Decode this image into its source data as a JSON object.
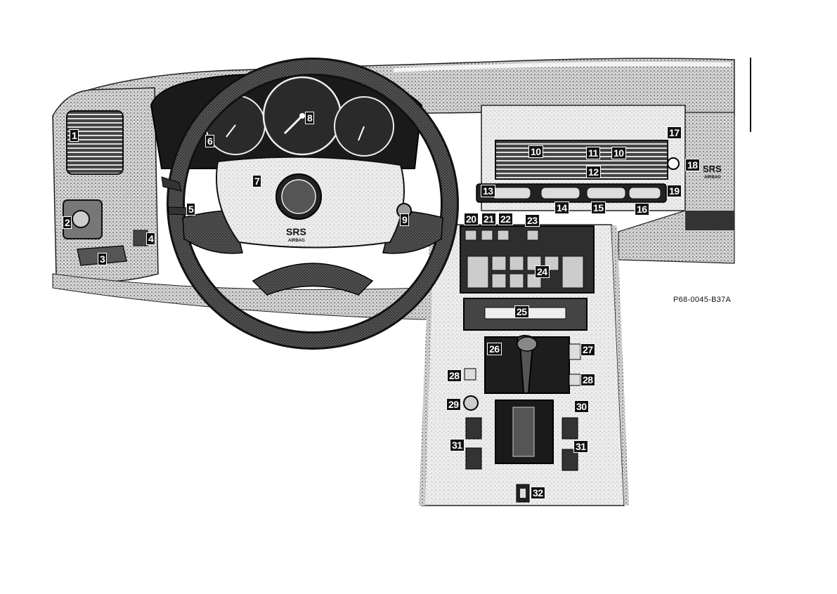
{
  "diagram": {
    "reference_code": "P68-0045-B37A",
    "steering_wheel_badge": {
      "line1": "SRS",
      "line2": "AIRBAG"
    },
    "dash_badge": {
      "line1": "SRS",
      "line2": "AIRBAG"
    },
    "callouts": [
      "1",
      "2",
      "3",
      "4",
      "5",
      "6",
      "7",
      "8",
      "9",
      "10",
      "10",
      "11",
      "12",
      "13",
      "14",
      "15",
      "16",
      "17",
      "18",
      "19",
      "20",
      "21",
      "22",
      "23",
      "24",
      "25",
      "26",
      "27",
      "28",
      "28",
      "29",
      "30",
      "31",
      "31",
      "32"
    ]
  }
}
